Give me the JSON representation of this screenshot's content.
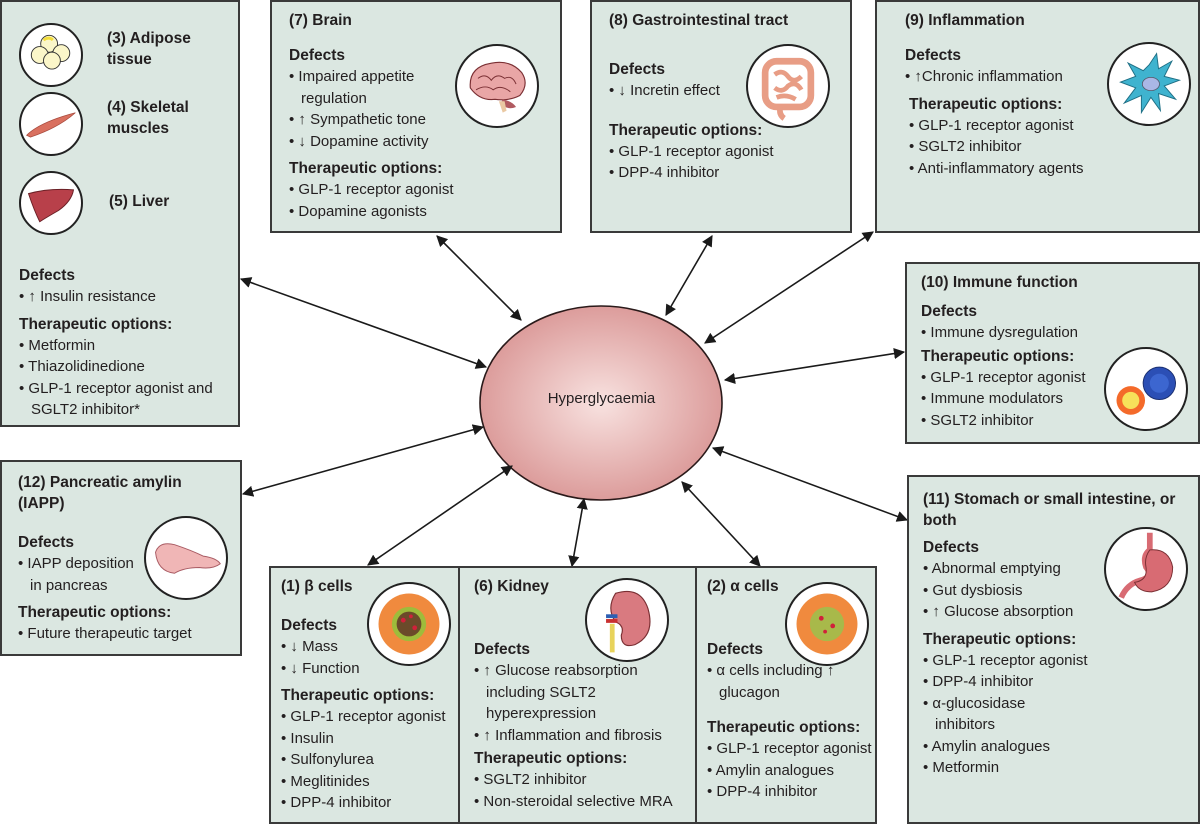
{
  "center": {
    "label": "Hyperglycaemia",
    "color": "#e6a9a9"
  },
  "defects_heading": "Defects",
  "therapy_heading": "Therapeutic options:",
  "colors": {
    "box_fill": "#dbe7e1",
    "border": "#3a3a3a",
    "arrow": "#1a1a1a"
  },
  "left_box": {
    "organs": [
      {
        "label_line1": "(3) Adipose",
        "label_line2": "tissue",
        "icon": "adipose-cells-icon"
      },
      {
        "label_line1": "(4) Skeletal",
        "label_line2": "muscles",
        "icon": "muscle-icon"
      },
      {
        "label_line1": "(5) Liver",
        "label_line2": "",
        "icon": "liver-icon"
      }
    ],
    "defects": [
      "↑ Insulin resistance"
    ],
    "therapies": [
      "Metformin",
      "Thiazolidinedione",
      "GLP-1 receptor agonist and SGLT2 inhibitor*"
    ]
  },
  "brain": {
    "title": "(7) Brain",
    "icon": "brain-icon",
    "defects": [
      "Impaired appetite regulation",
      "↑ Sympathetic tone",
      "↓ Dopamine activity"
    ],
    "therapies": [
      "GLP-1 receptor agonist",
      "Dopamine agonists"
    ]
  },
  "gi": {
    "title": "(8) Gastrointestinal  tract",
    "icon": "intestine-icon",
    "defects": [
      "↓ Incretin effect"
    ],
    "therapies": [
      "GLP-1 receptor agonist",
      "DPP-4 inhibitor"
    ]
  },
  "inflammation": {
    "title": "(9) Inflammation",
    "icon": "immune-cell-icon",
    "defects": [
      "↑Chronic inflammation"
    ],
    "therapies": [
      "GLP-1 receptor agonist",
      "SGLT2 inhibitor",
      "Anti-inflammatory agents"
    ]
  },
  "immune": {
    "title": "(10) Immune function",
    "icon": "blood-cells-icon",
    "defects": [
      "Immune dysregulation"
    ],
    "therapies": [
      "GLP-1 receptor agonist",
      "Immune modulators",
      "SGLT2 inhibitor"
    ]
  },
  "stomach": {
    "title": "(11) Stomach or small intestine, or both",
    "icon": "stomach-icon",
    "defects": [
      "Abnormal emptying",
      "Gut dysbiosis",
      "↑ Glucose absorption"
    ],
    "therapies": [
      "GLP-1 receptor agonist",
      "DPP-4 inhibitor",
      "α-glucosidase inhibitors",
      "Amylin analogues",
      "Metformin"
    ]
  },
  "amylin": {
    "title": "(12) Pancreatic amylin (IAPP)",
    "icon": "pancreas-icon",
    "defects": [
      "IAPP deposition in pancreas"
    ],
    "therapies": [
      "Future therapeutic target"
    ]
  },
  "beta": {
    "title": "(1) β cells",
    "icon": "islet-icon",
    "defects": [
      "↓ Mass",
      "↓ Function"
    ],
    "therapies": [
      "GLP-1 receptor agonist",
      "Insulin",
      "Sulfonylurea",
      "Meglitinides",
      "DPP-4 inhibitor"
    ]
  },
  "kidney": {
    "title": "(6) Kidney",
    "icon": "kidney-icon",
    "defects": [
      "↑ Glucose reabsorption including SGLT2 hyperexpression",
      "↑ Inflammation and fibrosis"
    ],
    "therapies": [
      "SGLT2 inhibitor",
      "Non-steroidal selective MRA"
    ]
  },
  "alpha": {
    "title": "(2) α cells",
    "icon": "islet-icon",
    "defects": [
      "α cells including ↑ glucagon"
    ],
    "therapies": [
      "GLP-1 receptor agonist",
      "Amylin analogues",
      "DPP-4 inhibitor"
    ]
  }
}
